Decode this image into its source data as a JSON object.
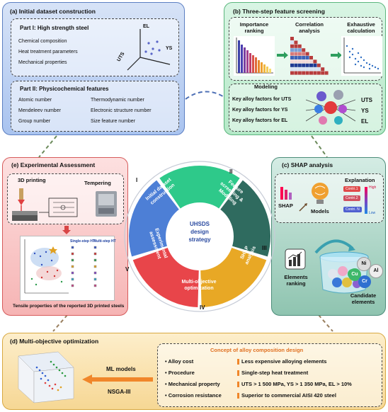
{
  "panel_a": {
    "title": "(a)   Initial dataset construction",
    "part1_title": "Part I: High strength steel",
    "part1_items": [
      "Chemical composition",
      "Heat treatment parameters",
      "Mechanical properties"
    ],
    "axis_labels": {
      "el": "EL",
      "ys": "YS",
      "uts": "UTS"
    },
    "part2_title": "Part II: Physicochemical features",
    "part2_left": [
      "Atomic number",
      "Mendeleev number",
      "Group number"
    ],
    "part2_right": [
      "Thermodynamic number",
      "Electronic structure number",
      "Size feature number"
    ]
  },
  "panel_b": {
    "title": "(b)   Three-step feature screening",
    "steps": [
      "Importance ranking",
      "Correlation analysis",
      "Exhaustive calculation"
    ],
    "modeling_title": "Modeling",
    "key_rows": [
      {
        "label": "Key alloy factors for UTS",
        "target": "UTS"
      },
      {
        "label": "Key alloy factors for YS",
        "target": "YS"
      },
      {
        "label": "Key alloy factors for EL",
        "target": "EL"
      }
    ]
  },
  "panel_c": {
    "title": "(c)   SHAP analysis",
    "shap_label": "SHAP",
    "models_label": "Models",
    "explanation_title": "Explanation",
    "contrib_labels": [
      "Contri.1",
      "Contri.2",
      "Contri. N"
    ],
    "high_label": "High",
    "low_label": "Low",
    "elements_ranking": "Elements ranking",
    "candidate_elements": "Candidate elements",
    "balls": [
      "Ni",
      "Al",
      "Cu",
      "Cr"
    ]
  },
  "panel_d": {
    "title": "(d)   Multi-objective optimization",
    "ml_models": "ML models",
    "nsga": "NSGA-III",
    "concept_title": "Concept of alloy composition design",
    "rows": [
      {
        "key": "Alloy cost",
        "value": "Less expensive alloying elements"
      },
      {
        "key": "Procedure",
        "value": "Single-step heat treatment"
      },
      {
        "key": "Mechanical property",
        "value": "UTS > 1 500 MPa, YS > 1 350 MPa, EL > 10%"
      },
      {
        "key": "Corrosion resistance",
        "value": "Superior to commercial AISI 420 steel"
      }
    ]
  },
  "panel_e": {
    "title": "(e)   Experimental Assessment",
    "printing_title": "3D printing",
    "tempering_title": "Tempering",
    "caption": "Tensile properties of the reported 3D printed steels",
    "legend_left_title": "Single-step HT",
    "legend_right_title": "Multi-step HT"
  },
  "center": {
    "title_lines": [
      "UHSDS",
      "design",
      "strategy"
    ],
    "segments": [
      {
        "label": "Initial dataset construction",
        "numeral": "I",
        "color": "#4d7fd6"
      },
      {
        "label": "Feature screening & Modeling",
        "numeral": "II",
        "color": "#2ec98a"
      },
      {
        "label": "SHAP analysis",
        "numeral": "III",
        "color": "#2f6b5f"
      },
      {
        "label": "Multi-objective optimization",
        "numeral": "IV",
        "color": "#e8a825"
      },
      {
        "label": "Experimental assessment",
        "numeral": "V",
        "color": "#e8454a"
      }
    ]
  }
}
